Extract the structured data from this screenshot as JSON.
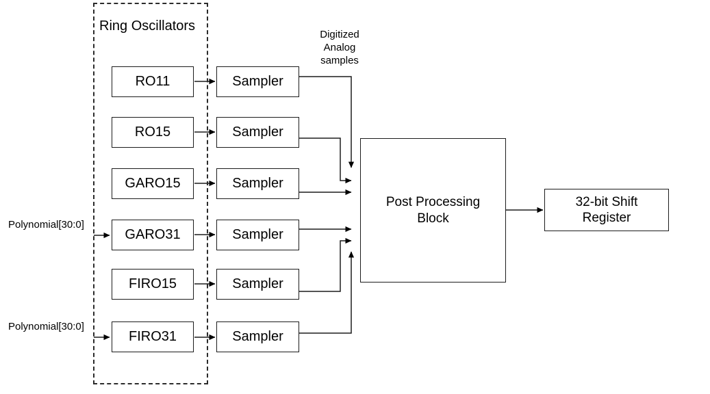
{
  "diagram": {
    "title_group": "Ring Oscillators",
    "annotations": {
      "digitized_samples": "Digitized\nAnalog\nsamples",
      "polynomial_garo31": "Polynomial[30:0]",
      "polynomial_firo31": "Polynomial[30:0]"
    },
    "entropy_sources": [
      {
        "label": "RO11"
      },
      {
        "label": "RO15"
      },
      {
        "label": "GARO15"
      },
      {
        "label": "GARO31"
      },
      {
        "label": "FIRO15"
      },
      {
        "label": "FIRO31"
      }
    ],
    "samplers": [
      {
        "label": "Sampler"
      },
      {
        "label": "Sampler"
      },
      {
        "label": "Sampler"
      },
      {
        "label": "Sampler"
      },
      {
        "label": "Sampler"
      },
      {
        "label": "Sampler"
      }
    ],
    "post_processing": {
      "line1": "Post Processing",
      "line2": "Block"
    },
    "shift_register": {
      "line1": "32-bit Shift",
      "line2": "Register"
    },
    "colors": {
      "stroke": "#1b1b1b",
      "dashed_stroke": "#2b2b2b",
      "background": "#ffffff",
      "text": "#000000"
    }
  }
}
